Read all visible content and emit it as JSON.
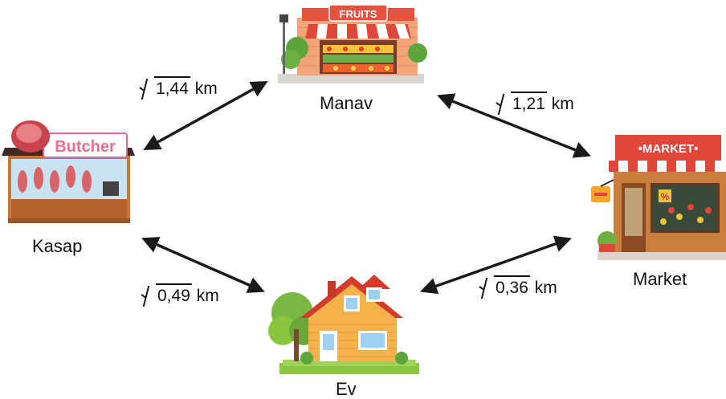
{
  "places": {
    "manav": {
      "label": "Manav",
      "sign": "FRUITS"
    },
    "kasap": {
      "label": "Kasap",
      "sign": "Butcher"
    },
    "market": {
      "label": "Market",
      "sign": "•MARKET•",
      "tag": "%"
    },
    "ev": {
      "label": "Ev"
    }
  },
  "distances": {
    "kasap_manav": {
      "radicand": "1,44",
      "unit": "km"
    },
    "manav_market": {
      "radicand": "1,21",
      "unit": "km"
    },
    "kasap_ev": {
      "radicand": "0,49",
      "unit": "km"
    },
    "ev_market": {
      "radicand": "0,36",
      "unit": "km"
    }
  },
  "colors": {
    "arrow": "#1a1a1a",
    "awning_red": "#e0463a",
    "roof_red": "#d33c2b",
    "wall_brick": "#f0a37a"
  }
}
